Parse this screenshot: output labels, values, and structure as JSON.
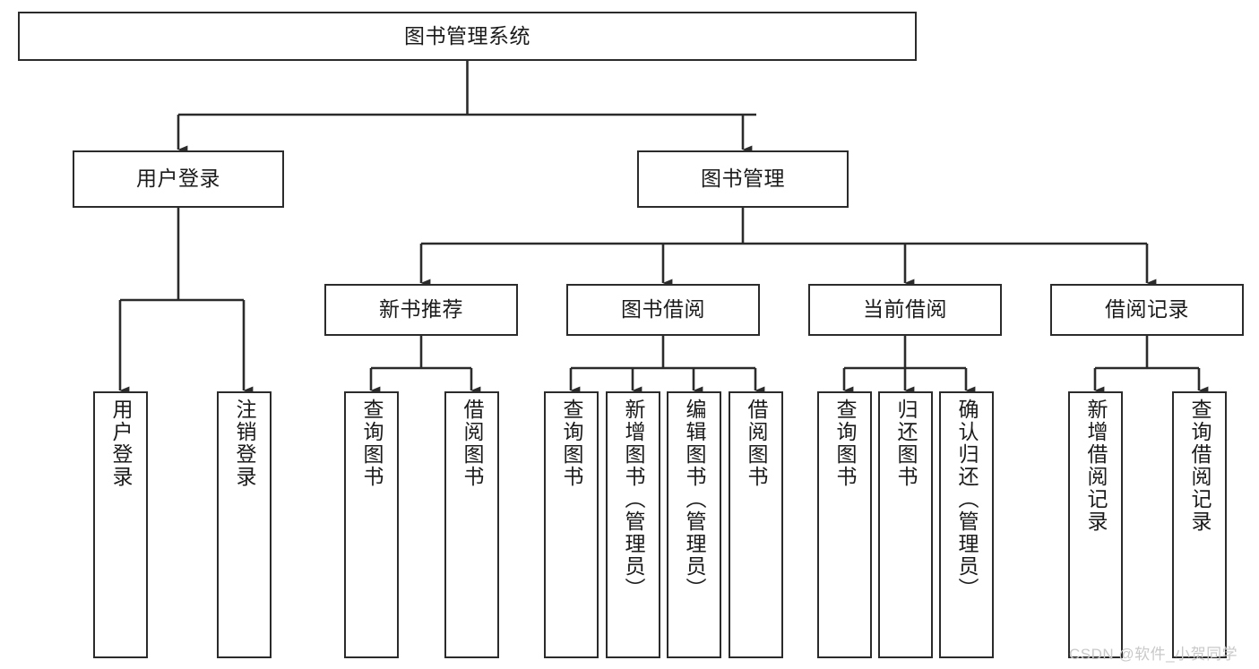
{
  "diagram": {
    "title": "图书管理系统",
    "type": "tree-hierarchy-chart",
    "background": "#ffffff",
    "line_color": "#2b2b2b",
    "text_color": "#1b1b1b",
    "root": {
      "label": "图书管理系统"
    },
    "level2": [
      {
        "label": "用户登录"
      },
      {
        "label": "图书管理"
      }
    ],
    "level3": [
      {
        "label": "新书推荐"
      },
      {
        "label": "图书借阅"
      },
      {
        "label": "当前借阅"
      },
      {
        "label": "借阅记录"
      }
    ],
    "leaves": {
      "user_login": [
        {
          "label": "用户登录"
        },
        {
          "label": "注销登录"
        }
      ],
      "new_book_recommend": [
        {
          "label": "查询图书"
        },
        {
          "label": "借阅图书"
        }
      ],
      "book_borrow": [
        {
          "label": "查询图书"
        },
        {
          "label": "新增图书（管理员）"
        },
        {
          "label": "编辑图书（管理员）"
        },
        {
          "label": "借阅图书"
        }
      ],
      "current_borrow": [
        {
          "label": "查询图书"
        },
        {
          "label": "归还图书"
        },
        {
          "label": "确认归还（管理员）"
        }
      ],
      "borrow_record": [
        {
          "label": "新增借阅记录"
        },
        {
          "label": "查询借阅记录"
        }
      ]
    }
  },
  "watermark": {
    "text": "CSDN @软件_小贺同学",
    "color": "#c9c9c9"
  }
}
